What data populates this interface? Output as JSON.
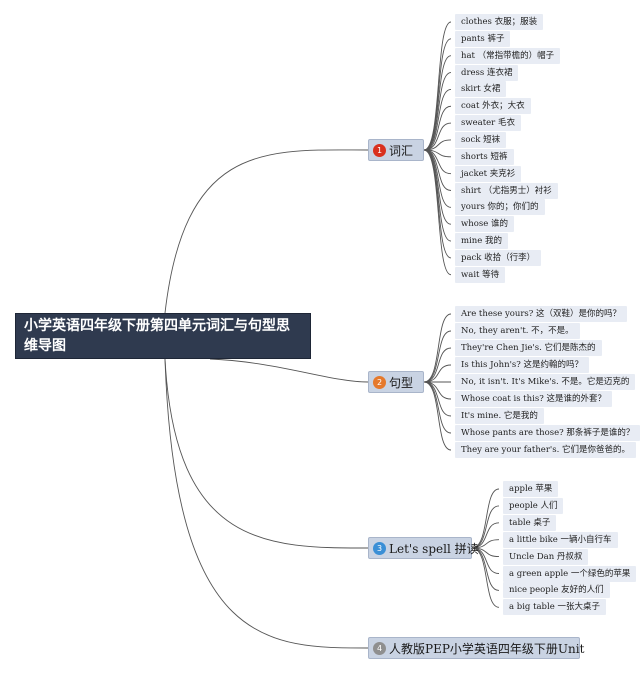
{
  "root": {
    "title": "小学英语四年级下册第四单元词汇与句型思维导图"
  },
  "branches": [
    {
      "id": "vocab",
      "label": "词汇",
      "badge": "1",
      "badge_color": "#d9301e",
      "leaves": [
        "clothes 衣服；服装",
        "pants 裤子",
        "hat （常指带檐的）帽子",
        "dress 连衣裙",
        "skirt 女裙",
        "coat 外衣；大衣",
        "sweater 毛衣",
        "sock 短袜",
        "shorts 短裤",
        "jacket 夹克衫",
        "shirt （尤指男士）衬衫",
        "yours 你的；你们的",
        "whose 谁的",
        "mine 我的",
        "pack 收拾（行李）",
        "wait 等待"
      ]
    },
    {
      "id": "sentences",
      "label": "句型",
      "badge": "2",
      "badge_color": "#e5792c",
      "leaves": [
        "Are these yours? 这（双鞋）是你的吗？",
        "No, they aren't. 不，不是。",
        "They're Chen Jie's. 它们是陈杰的",
        "Is this John's? 这是约翰的吗？",
        "No, it isn't. It's Mike's. 不是。它是迈克的",
        "Whose coat is this? 这是谁的外套？",
        "It's mine. 它是我的",
        "Whose pants are those? 那条裤子是谁的？",
        "They are your father's. 它们是你爸爸的。"
      ]
    },
    {
      "id": "spell",
      "label": "Let's spell 拼读",
      "badge": "3",
      "badge_color": "#3a8fd6",
      "leaves": [
        "apple 苹果",
        "people 人们",
        "table 桌子",
        "a little bike 一辆小自行车",
        "Uncle Dan 丹叔叔",
        "a green apple 一个绿色的苹果",
        "nice people 友好的人们",
        "a big table 一张大桌子"
      ]
    },
    {
      "id": "unit",
      "label": "人教版PEP小学英语四年级下册Unit",
      "badge": "4",
      "badge_color": "#8f8f8f",
      "leaves": []
    }
  ],
  "colors": {
    "link": "#555555",
    "branch_bg": "#c9d3e3",
    "leaf_bg": "#e8ecf4",
    "root_bg": "#2f3a4f"
  }
}
